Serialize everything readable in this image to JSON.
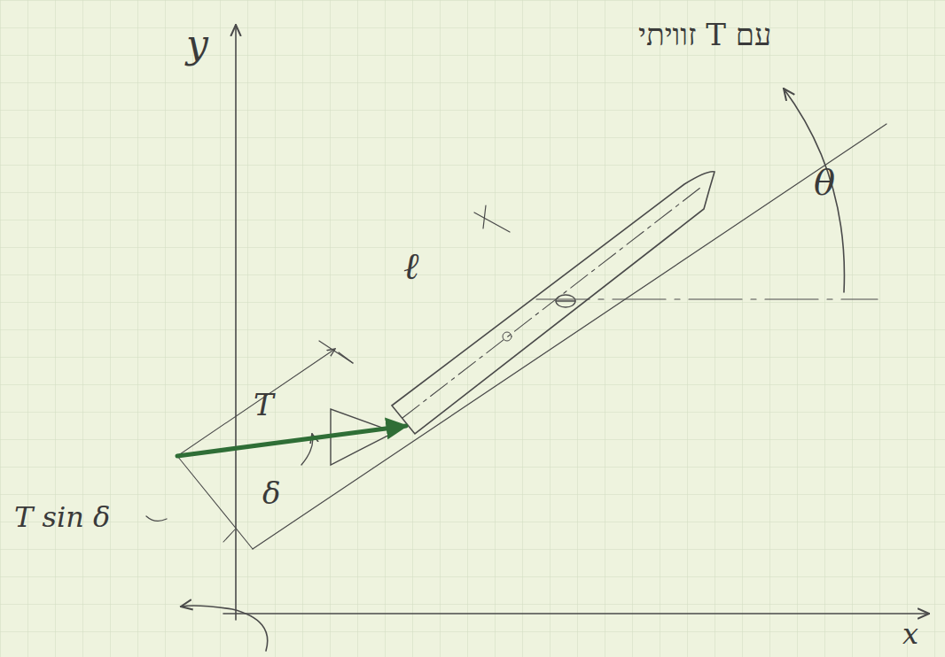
{
  "diagram": {
    "labels": [
      "עם T זוויתי",
      "θ",
      "ℓ",
      "T",
      "δ",
      "T sin δ",
      "y",
      "x"
    ]
  }
}
